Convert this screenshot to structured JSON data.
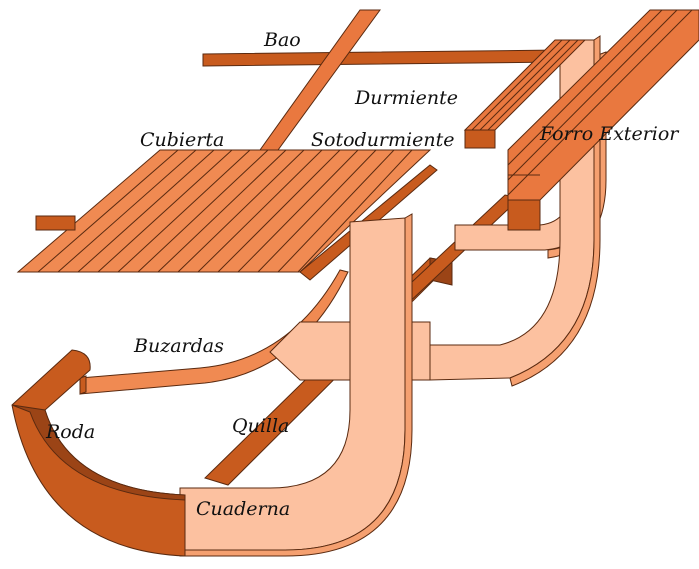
{
  "labels": {
    "bao": "Bao",
    "durmiente": "Durmiente",
    "cubierta": "Cubierta",
    "sotodurmiente": "Sotodurmiente",
    "forro_exterior": "Forro Exterior",
    "buzardas": "Buzardas",
    "roda": "Roda",
    "quilla": "Quilla",
    "cuaderna": "Cuaderna"
  },
  "colors": {
    "dark_wood": "#c85b1e",
    "mid_wood": "#e9783f",
    "light_wood": "#f5a070",
    "pale_wood": "#fcc1a0",
    "outline": "#5a2a10"
  }
}
